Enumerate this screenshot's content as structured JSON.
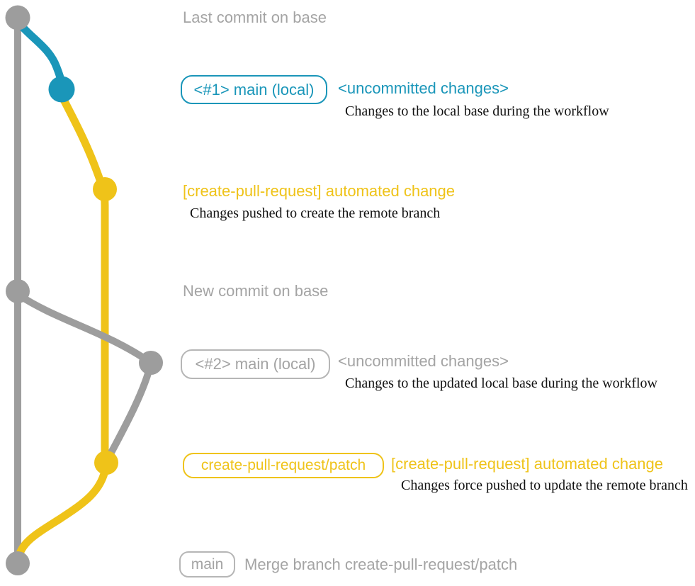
{
  "colors": {
    "base_gray": "#9d9d9d",
    "main_local_teal": "#1a96b9",
    "patch_yellow": "#efc319",
    "label_gray": "#a4a4a4",
    "pill_border_gray": "#b6b6b6",
    "desc_black": "#111111"
  },
  "graph": {
    "branches": [
      {
        "name": "base",
        "color": "#9d9d9d"
      },
      {
        "name": "main (local)",
        "color": "#1a96b9"
      },
      {
        "name": "create-pull-request/patch",
        "color": "#efc319"
      }
    ],
    "commit_count": 7
  },
  "annotations": {
    "last_commit": "Last commit on base",
    "new_commit": "New commit on base",
    "step1": {
      "pill": "<#1> main (local)",
      "title": "<uncommitted changes>",
      "desc": "Changes to the local base during the workflow"
    },
    "step2": {
      "title": "[create-pull-request] automated change",
      "desc": "Changes pushed to create the remote branch"
    },
    "step3": {
      "pill": "<#2> main (local)",
      "title": "<uncommitted changes>",
      "desc": "Changes to the updated local base during the workflow"
    },
    "step4": {
      "pill": "create-pull-request/patch",
      "title": "[create-pull-request] automated change",
      "desc": "Changes force pushed to update the remote branch"
    },
    "merge": {
      "pill": "main",
      "label": "Merge branch create-pull-request/patch"
    }
  }
}
